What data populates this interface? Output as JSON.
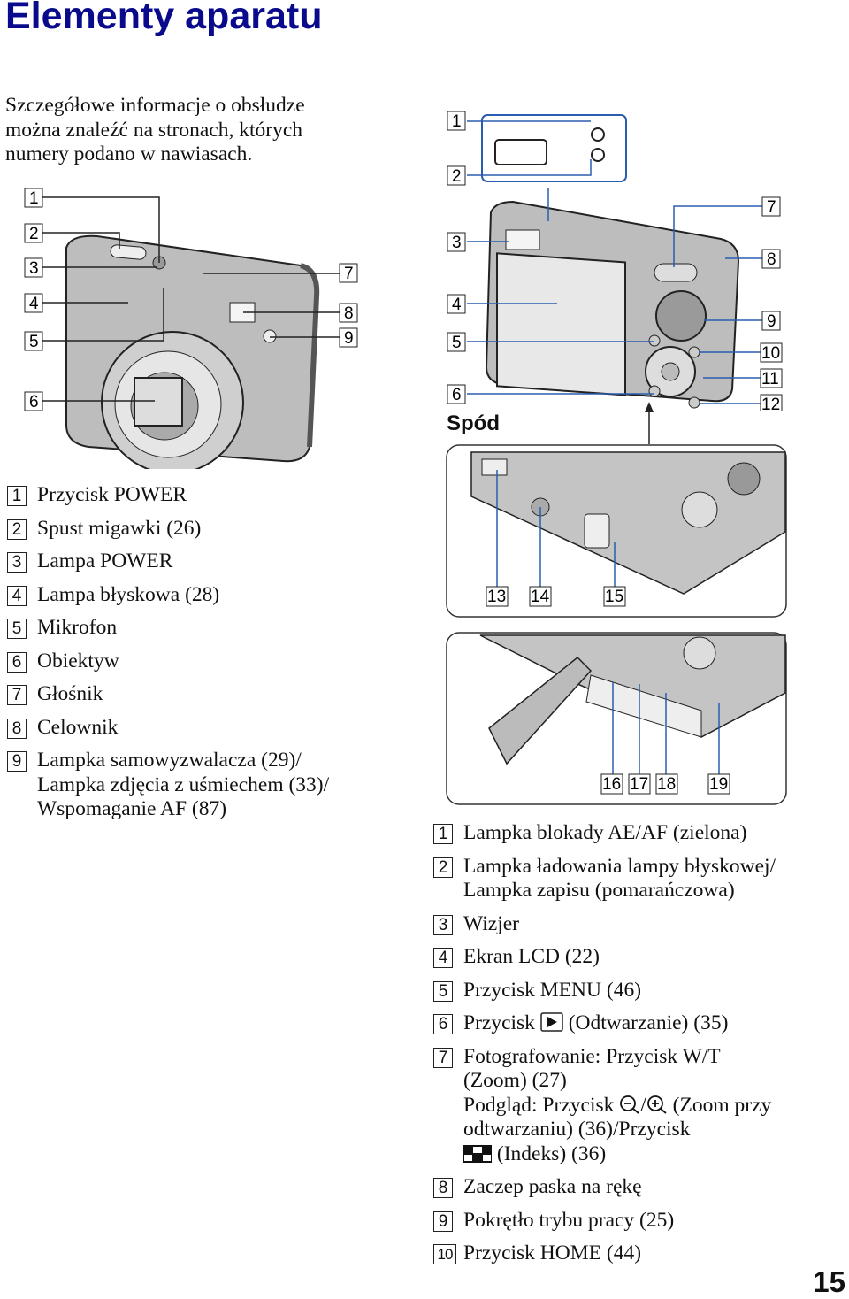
{
  "title": "Elementy aparatu",
  "intro": "Szczegółowe informacje o obsłudze można znaleźć na stronach, których numery podano w nawiasach.",
  "bottom_label": "Spód",
  "page_number": "15",
  "front_callouts": [
    "1",
    "2",
    "3",
    "4",
    "5",
    "6",
    "7",
    "8",
    "9"
  ],
  "back_callouts": [
    "1",
    "2",
    "3",
    "4",
    "5",
    "6",
    "7",
    "8",
    "9",
    "10",
    "11",
    "12"
  ],
  "bottom_callouts": [
    "13",
    "14",
    "15",
    "16",
    "17",
    "18",
    "19"
  ],
  "left_list": [
    {
      "num": "1",
      "lines": [
        "Przycisk POWER"
      ]
    },
    {
      "num": "2",
      "lines": [
        "Spust migawki (26)"
      ]
    },
    {
      "num": "3",
      "lines": [
        "Lampa POWER"
      ]
    },
    {
      "num": "4",
      "lines": [
        "Lampa błyskowa (28)"
      ]
    },
    {
      "num": "5",
      "lines": [
        "Mikrofon"
      ]
    },
    {
      "num": "6",
      "lines": [
        "Obiektyw"
      ]
    },
    {
      "num": "7",
      "lines": [
        "Głośnik"
      ]
    },
    {
      "num": "8",
      "lines": [
        "Celownik"
      ]
    },
    {
      "num": "9",
      "lines": [
        "Lampka samowyzwalacza (29)/",
        "Lampka zdjęcia z uśmiechem (33)/",
        "Wspomaganie AF (87)"
      ]
    }
  ],
  "right_list": [
    {
      "num": "1",
      "lines": [
        "Lampka blokady AE/AF (zielona)"
      ]
    },
    {
      "num": "2",
      "lines": [
        "Lampka ładowania lampy błyskowej/",
        "Lampka zapisu (pomarańczowa)"
      ]
    },
    {
      "num": "3",
      "lines": [
        "Wizjer"
      ]
    },
    {
      "num": "4",
      "lines": [
        "Ekran LCD (22)"
      ]
    },
    {
      "num": "5",
      "lines": [
        "Przycisk MENU (46)"
      ]
    },
    {
      "num": "6",
      "pre": "Przycisk",
      "icon": "play-icon",
      "post": "(Odtwarzanie) (35)"
    },
    {
      "num": "7",
      "l1": "Fotografowanie: Przycisk W/T",
      "l2": "(Zoom) (27)",
      "l3a": "Podgląd: Przycisk",
      "l3icon1": "zoom-out-icon",
      "l3sep": "/",
      "l3icon2": "zoom-in-icon",
      "l3b": "(Zoom przy",
      "l4": "odtwarzaniu) (36)/Przycisk",
      "l5icon": "index-icon",
      "l5": "(Indeks) (36)"
    },
    {
      "num": "8",
      "lines": [
        "Zaczep paska na rękę"
      ]
    },
    {
      "num": "9",
      "lines": [
        "Pokrętło trybu pracy (25)"
      ]
    },
    {
      "num": "10",
      "lines": [
        "Przycisk HOME (44)"
      ]
    }
  ]
}
